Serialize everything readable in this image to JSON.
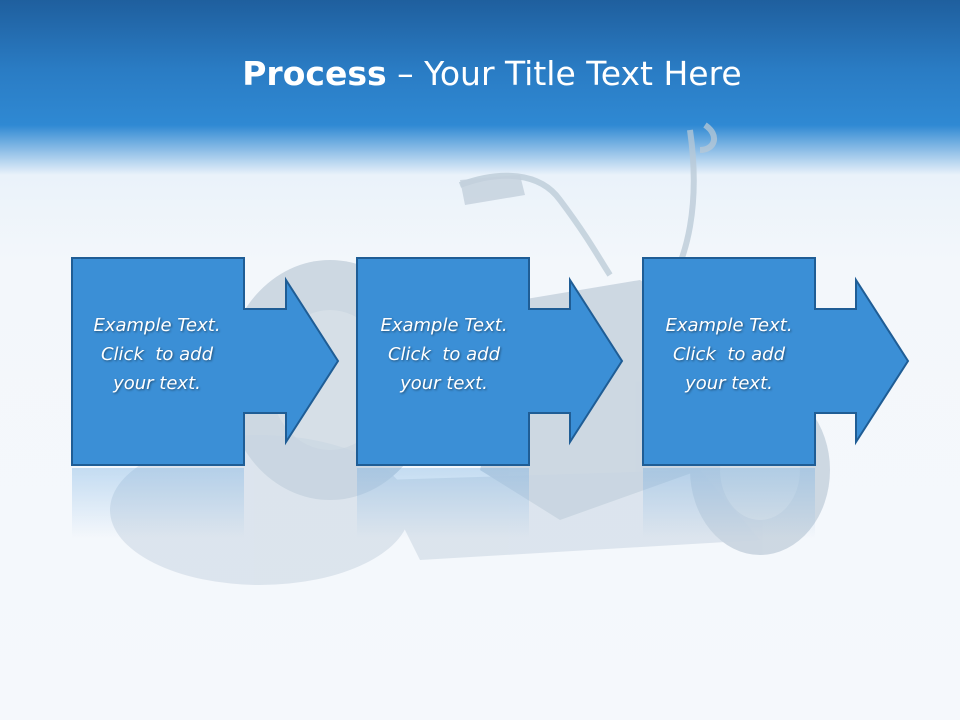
{
  "slide": {
    "title_bold": "Process",
    "title_rest": " – Your Title Text Here"
  },
  "steps": [
    {
      "line1": "Example Text.",
      "line2": "Click  to add",
      "line3": "your text."
    },
    {
      "line1": "Example Text.",
      "line2": "Click  to add",
      "line3": "your text."
    },
    {
      "line1": "Example Text.",
      "line2": "Click  to add",
      "line3": "your text."
    }
  ],
  "colors": {
    "box_fill": "#3b8fd6",
    "box_border": "#1f5d95",
    "header_blue": "#2a7cc4"
  }
}
